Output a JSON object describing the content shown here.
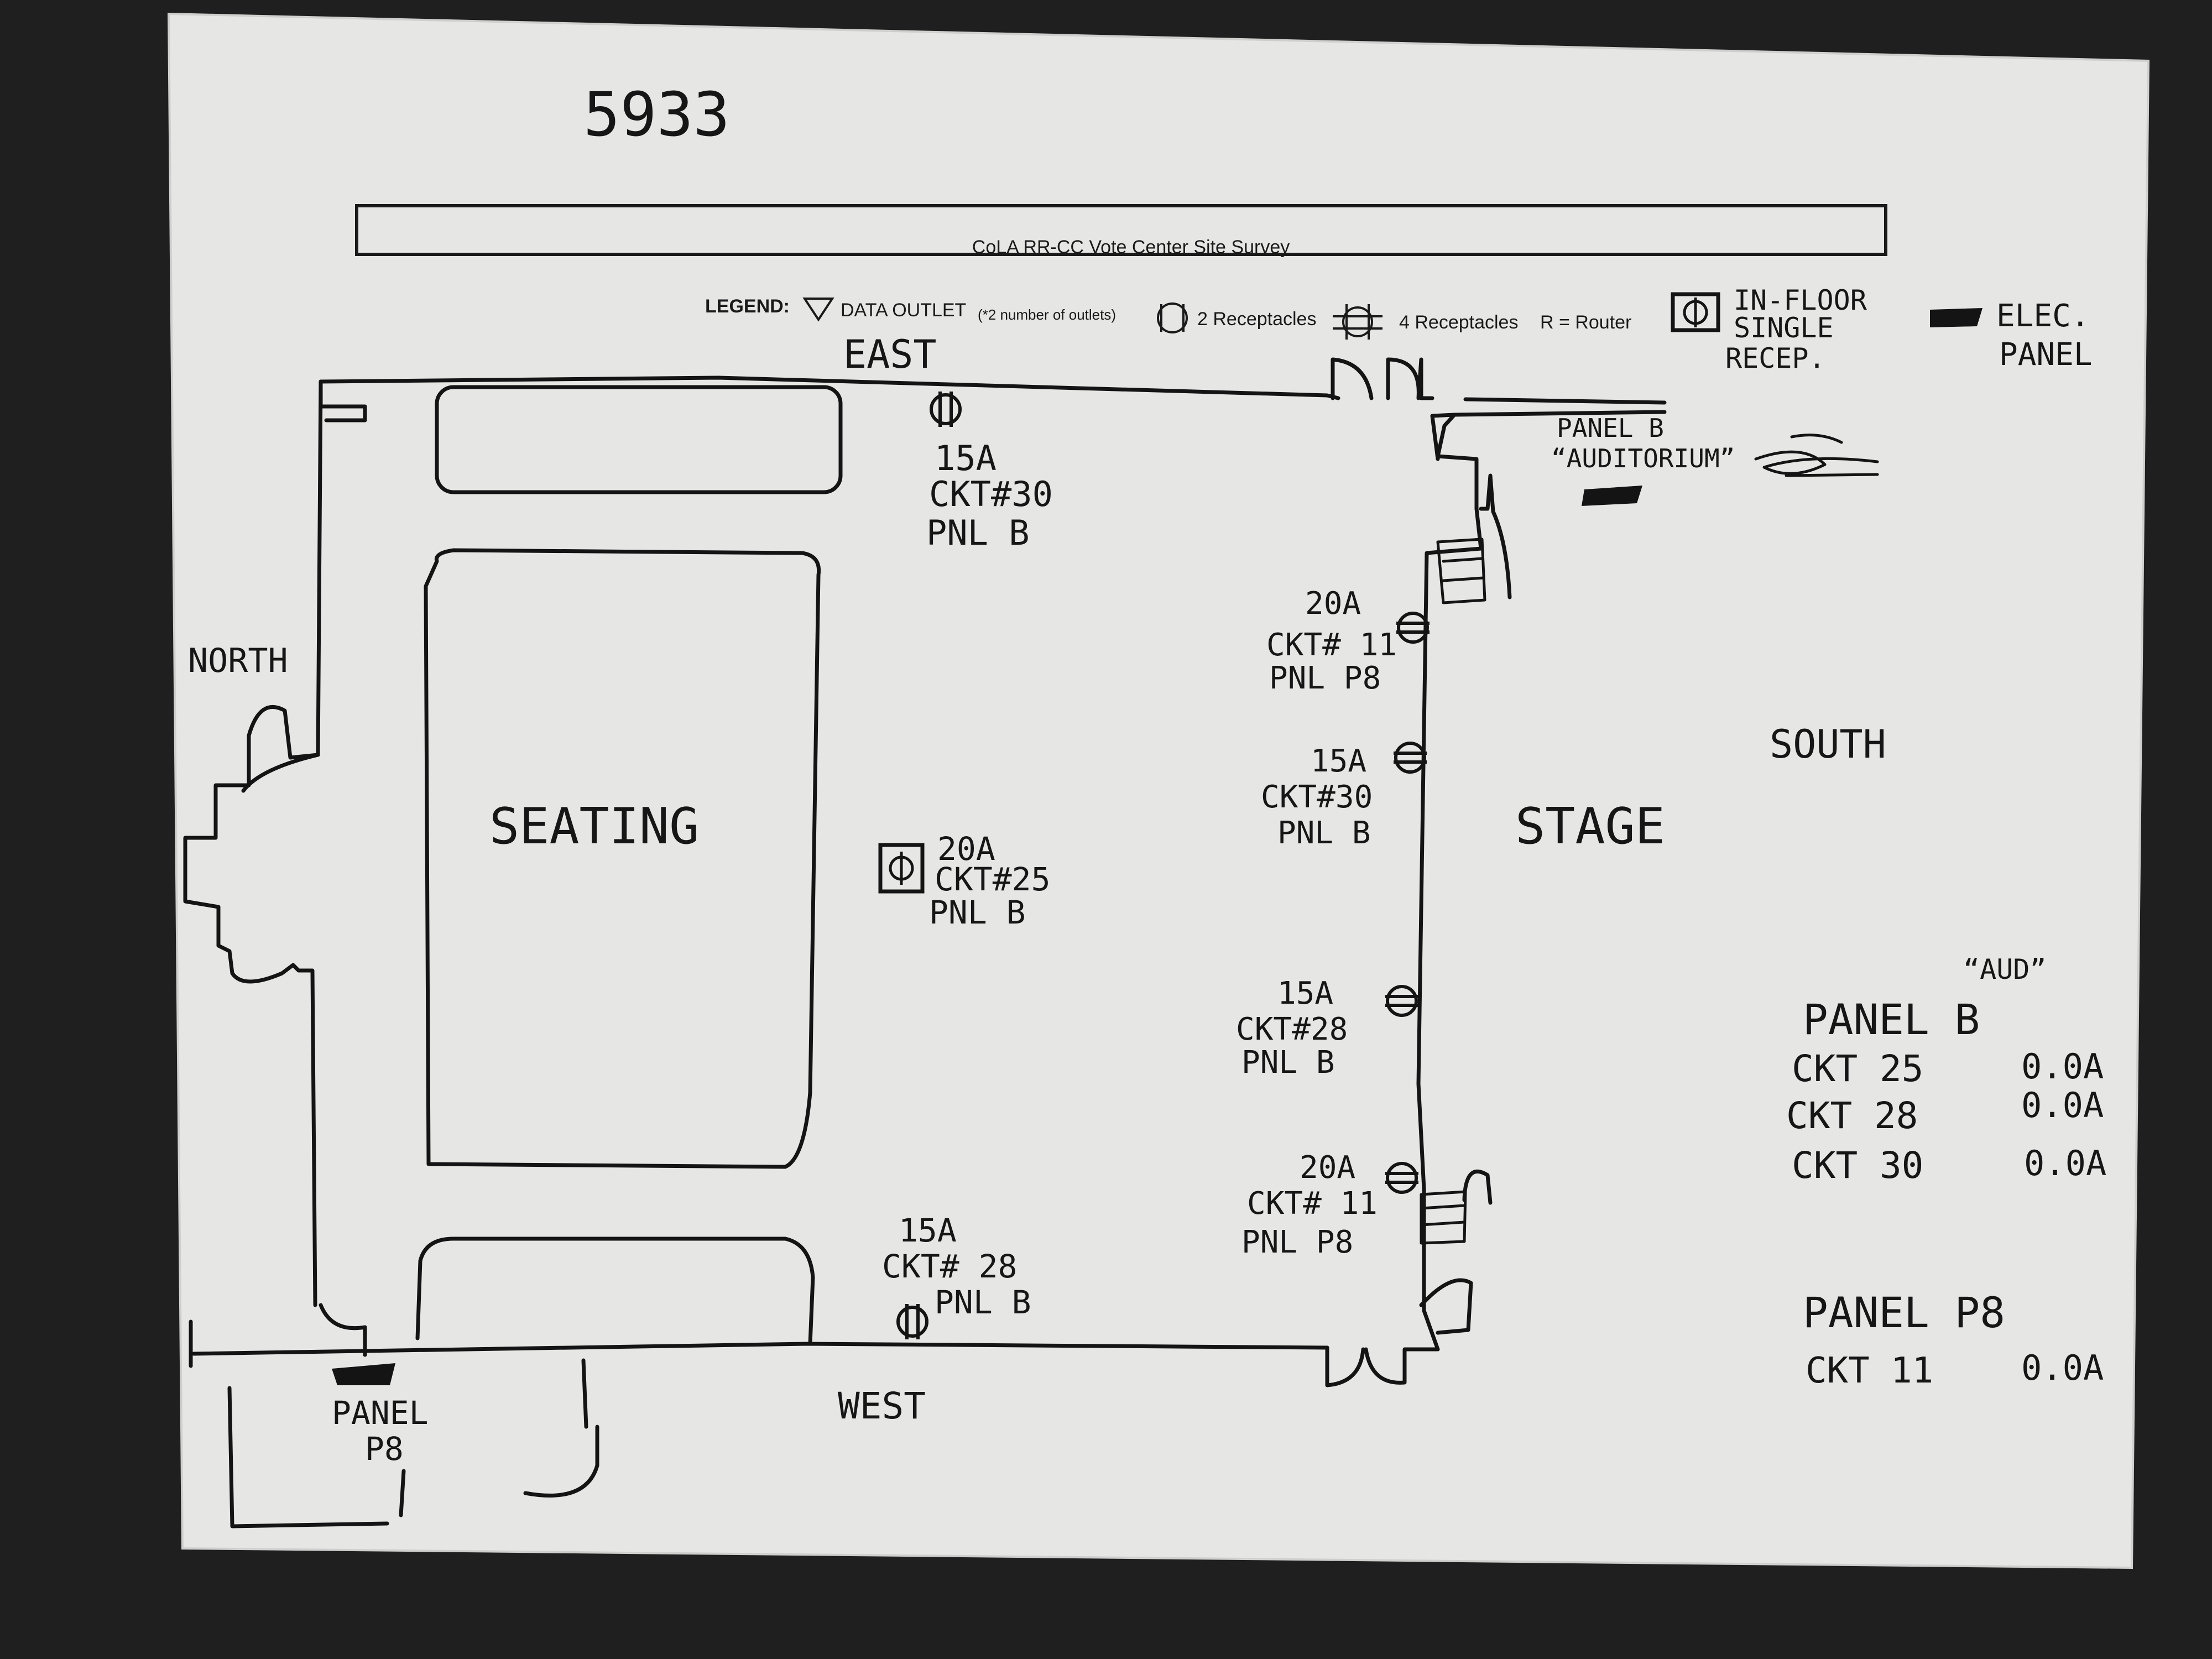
{
  "page_number": "5933",
  "header": {
    "title": "CoLA RR-CC Vote Center Site Survey"
  },
  "legend": {
    "label": "LEGEND:",
    "data_outlet": "DATA OUTLET",
    "data_outlet_note": "(*2 number of outlets)",
    "two_receptacles": "2 Receptacles",
    "four_receptacles": "4 Receptacles",
    "router": "R = Router",
    "in_floor": [
      "IN-FLOOR",
      "SINGLE",
      "RECEP."
    ],
    "elec_panel": [
      "ELEC.",
      "PANEL"
    ]
  },
  "directions": {
    "east": "EAST",
    "north": "NORTH",
    "south": "SOUTH",
    "west": "WEST"
  },
  "rooms": {
    "seating": "SEATING",
    "stage": "STAGE"
  },
  "panels": {
    "auditorium": [
      "PANEL B",
      "“AUDITORIUM”"
    ],
    "p8": [
      "PANEL",
      "P8"
    ]
  },
  "outlets": [
    {
      "id": "east-wall",
      "lines": [
        "15A",
        "CKT#30",
        "PNL B"
      ]
    },
    {
      "id": "stage-1",
      "lines": [
        "20A",
        "CKT# 11",
        "PNL P8"
      ]
    },
    {
      "id": "stage-2",
      "lines": [
        "15A",
        "CKT#30",
        "PNL B"
      ]
    },
    {
      "id": "floor",
      "lines": [
        "20A",
        "CKT#25",
        "PNL B"
      ]
    },
    {
      "id": "stage-3",
      "lines": [
        "15A",
        "CKT#28",
        "PNL B"
      ]
    },
    {
      "id": "stage-4",
      "lines": [
        "20A",
        "CKT# 11",
        "PNL P8"
      ]
    },
    {
      "id": "west-wall",
      "lines": [
        "15A",
        "CKT# 28",
        "PNL B"
      ]
    }
  ],
  "readings": {
    "panel_b_alias": "“AUD”",
    "panel_b_title": "PANEL  B",
    "panel_b_rows": [
      {
        "ckt": "CKT  25",
        "amps": "0.0A"
      },
      {
        "ckt": "CKT  28",
        "amps": "0.0A"
      },
      {
        "ckt": "CKT  30",
        "amps": "0.0A"
      }
    ],
    "panel_p8_title": "PANEL  P8",
    "panel_p8_rows": [
      {
        "ckt": "CKT  11",
        "amps": "0.0A"
      }
    ]
  },
  "colors": {
    "paper": "#e6e7e5",
    "ink": "#141414",
    "background": "#1e1f1e"
  }
}
